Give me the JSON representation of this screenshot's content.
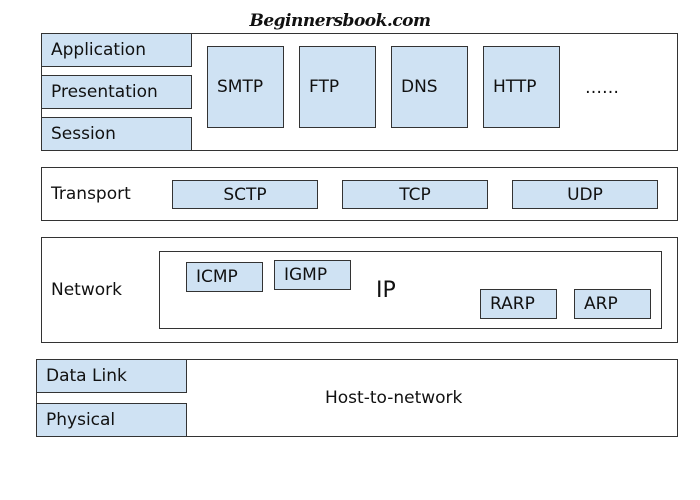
{
  "brand": "Beginnersbook.com",
  "colors": {
    "box_fill": "#cfe2f3",
    "border": "#333333"
  },
  "application_layer": {
    "layers": [
      "Application",
      "Presentation",
      "Session"
    ],
    "protocols": [
      "SMTP",
      "FTP",
      "DNS",
      "HTTP"
    ],
    "more": "……"
  },
  "transport_layer": {
    "label": "Transport",
    "protocols": [
      "SCTP",
      "TCP",
      "UDP"
    ]
  },
  "network_layer": {
    "label": "Network",
    "center": "IP",
    "protocols": [
      "ICMP",
      "IGMP",
      "RARP",
      "ARP"
    ]
  },
  "link_layer": {
    "layers": [
      "Data Link",
      "Physical"
    ],
    "label": "Host-to-network"
  }
}
